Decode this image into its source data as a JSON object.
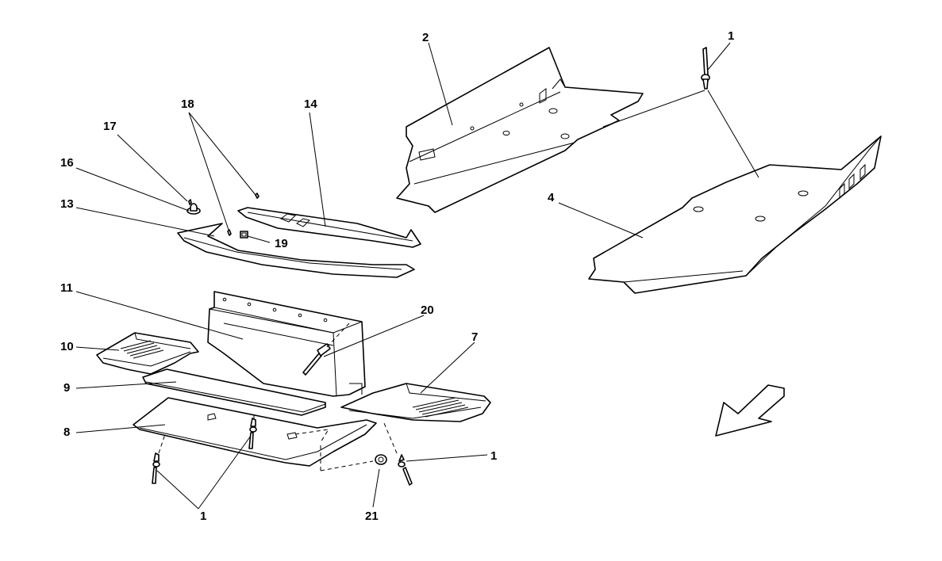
{
  "callouts": {
    "c1_top": "1",
    "c2": "2",
    "c4": "4",
    "c14": "14",
    "c18": "18",
    "c17": "17",
    "c16": "16",
    "c13": "13",
    "c19": "19",
    "c11": "11",
    "c20": "20",
    "c7": "7",
    "c10": "10",
    "c9": "9",
    "c8": "8",
    "c1_right": "1",
    "c1_bottom": "1",
    "c21": "21"
  }
}
